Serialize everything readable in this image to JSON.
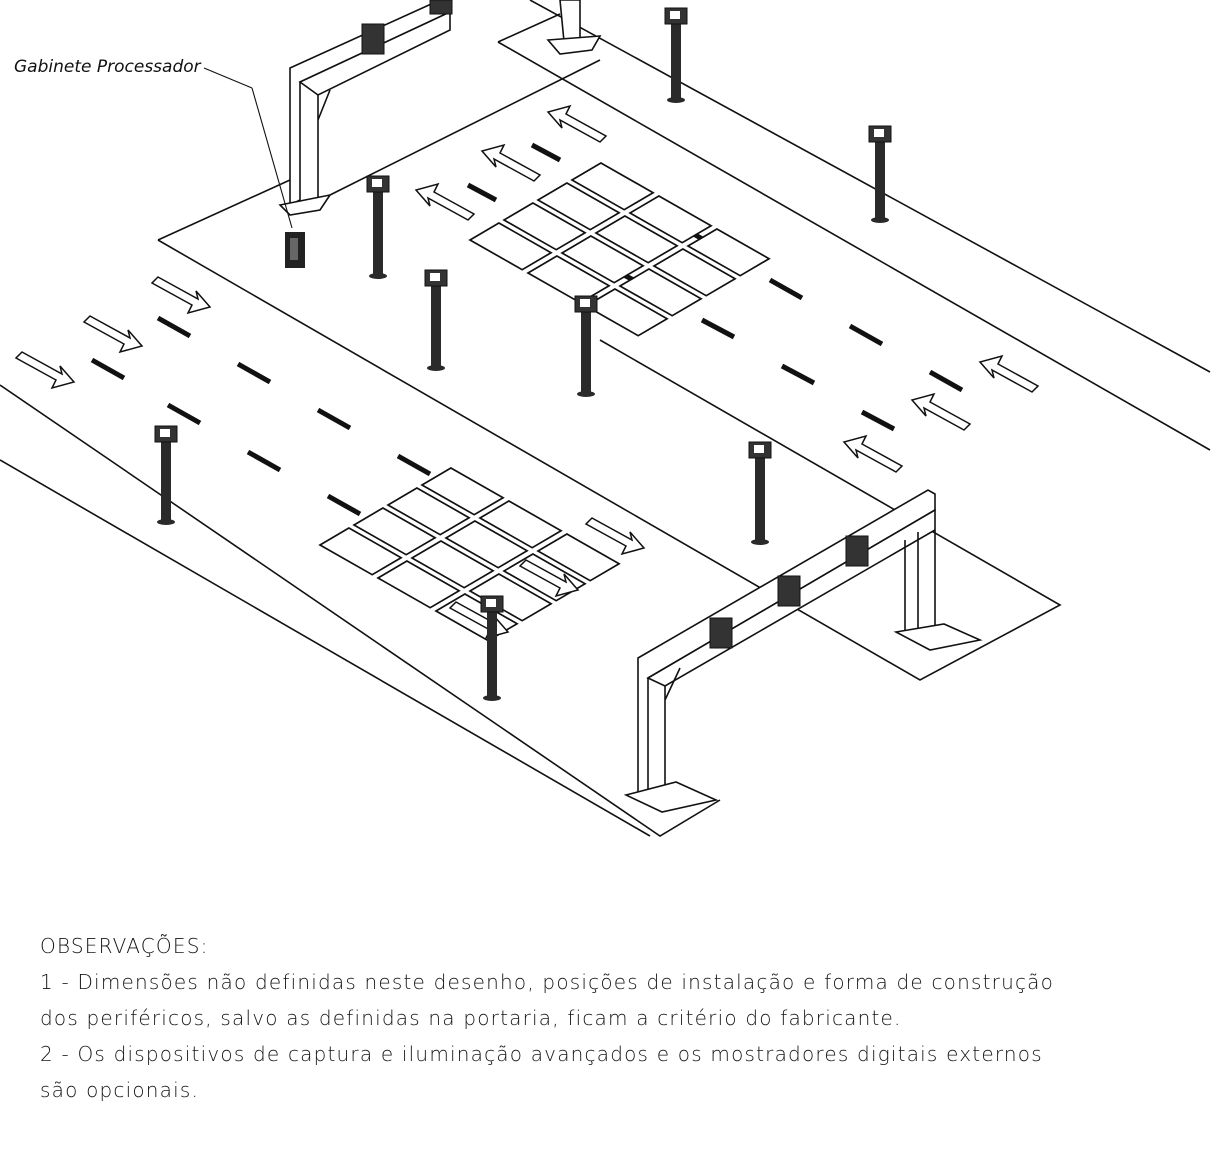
{
  "callout": {
    "processor_cabinet": "Gabinete Processador"
  },
  "notes": {
    "title": "OBSERVAÇÕES:",
    "line1": "1 - Dimensões não definidas neste desenho, posições de instalação e forma de construção",
    "line2": "dos periféricos, salvo as definidas na portaria, ficam a critério do fabricante.",
    "line3": "2 - Os dispositivos de captura e iluminação avançados e os mostradores digitais externos",
    "line4": "são opcionais."
  }
}
